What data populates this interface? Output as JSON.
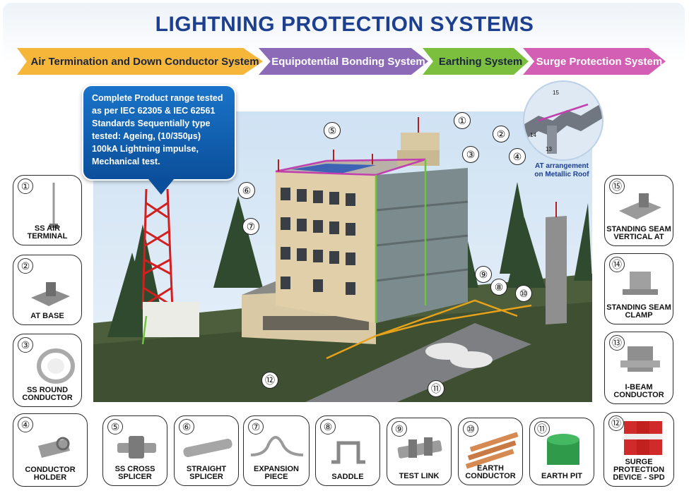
{
  "title": "LIGHTNING PROTECTION SYSTEMS",
  "stages": [
    {
      "label": "Air Termination and Down Conductor System",
      "color": "#f6b63a"
    },
    {
      "label": "Equipotential Bonding System",
      "color": "#8d6ab8"
    },
    {
      "label": "Earthing System",
      "color": "#7cbf3e"
    },
    {
      "label": "Surge Protection System",
      "color": "#d25fb3"
    }
  ],
  "info_bubble": {
    "lines": [
      "Complete Product range tested",
      "as per IEC 62305 & IEC 62561",
      "Standards Sequentially type",
      "tested: Ageing, (10/350µs)",
      "100kA Lightning impulse,",
      "Mechanical test."
    ]
  },
  "inset": {
    "caption_line1": "AT arrangement",
    "caption_line2": "on Metallic Roof",
    "labels": [
      "15",
      "14",
      "13"
    ]
  },
  "callouts": [
    "①",
    "②",
    "③",
    "④",
    "⑤",
    "⑥",
    "⑦",
    "⑧",
    "⑨",
    "⑩",
    "⑪",
    "⑫"
  ],
  "products": [
    {
      "num": "①",
      "label_line1": "SS AIR TERMINAL",
      "label_line2": "",
      "icon": "air-terminal-icon"
    },
    {
      "num": "②",
      "label_line1": "AT BASE",
      "label_line2": "",
      "icon": "at-base-icon"
    },
    {
      "num": "③",
      "label_line1": "SS ROUND",
      "label_line2": "CONDUCTOR",
      "icon": "wire-coil-icon"
    },
    {
      "num": "④",
      "label_line1": "CONDUCTOR",
      "label_line2": "HOLDER",
      "icon": "conductor-holder-icon"
    },
    {
      "num": "⑤",
      "label_line1": "SS CROSS",
      "label_line2": "SPLICER",
      "icon": "cross-splicer-icon"
    },
    {
      "num": "⑥",
      "label_line1": "STRAIGHT",
      "label_line2": "SPLICER",
      "icon": "straight-splicer-icon"
    },
    {
      "num": "⑦",
      "label_line1": "EXPANSION",
      "label_line2": "PIECE",
      "icon": "expansion-piece-icon"
    },
    {
      "num": "⑧",
      "label_line1": "SADDLE",
      "label_line2": "",
      "icon": "saddle-icon"
    },
    {
      "num": "⑨",
      "label_line1": "TEST LINK",
      "label_line2": "",
      "icon": "test-link-icon"
    },
    {
      "num": "⑩",
      "label_line1": "EARTH",
      "label_line2": "CONDUCTOR",
      "icon": "earth-conductor-icon"
    },
    {
      "num": "⑪",
      "label_line1": "EARTH PIT",
      "label_line2": "",
      "icon": "earth-pit-icon"
    },
    {
      "num": "⑫",
      "label_line1": "SURGE",
      "label_line2": "PROTECTION",
      "label_line3": "DEVICE - SPD",
      "icon": "spd-icon"
    },
    {
      "num": "⑬",
      "label_line1": "I-BEAM",
      "label_line2": "CONDUCTOR",
      "icon": "i-beam-clamp-icon"
    },
    {
      "num": "⑭",
      "label_line1": "STANDING SEAM",
      "label_line2": "CLAMP",
      "icon": "standing-seam-clamp-icon"
    },
    {
      "num": "⑮",
      "label_line1": "STANDING SEAM",
      "label_line2": "VERTICAL AT",
      "icon": "standing-seam-vertical-icon"
    }
  ]
}
